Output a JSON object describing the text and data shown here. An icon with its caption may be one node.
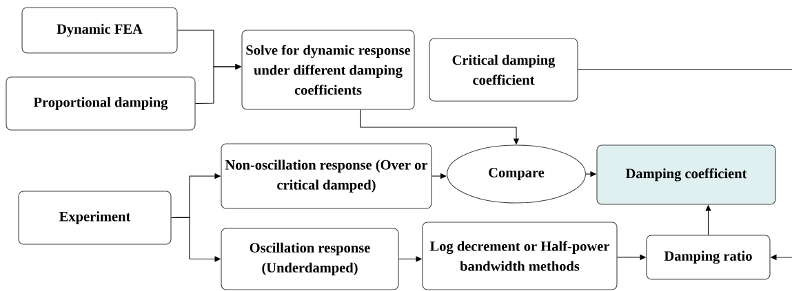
{
  "diagram": {
    "nodes": [
      {
        "text": [
          "Dynamic FEA"
        ]
      },
      {
        "text": [
          "Proportional damping"
        ]
      },
      {
        "text": [
          "Solve for dynamic response under different damping coefficients"
        ]
      },
      {
        "text": [
          "Critical damping coefficient"
        ]
      },
      {
        "text": [
          "Experiment"
        ]
      },
      {
        "text": [
          "Non-oscillation response (Over or critical damped)"
        ]
      },
      {
        "text": [
          "Oscillation response (Underdamped)"
        ]
      },
      {
        "text": [
          "Compare"
        ]
      },
      {
        "text": [
          "Damping coefficient"
        ]
      },
      {
        "text": [
          "Log decrement or Half-power bandwidth methods"
        ]
      },
      {
        "text": [
          "Damping ratio"
        ]
      }
    ],
    "edges": [
      {
        "from": 0,
        "to": 2,
        "arrow": "to"
      },
      {
        "from": 1,
        "to": 2,
        "arrow": "to"
      },
      {
        "from": 2,
        "to": 7,
        "arrow": "to"
      },
      {
        "from": 3,
        "to": null,
        "arrow": "none"
      },
      {
        "from": 4,
        "to": 5,
        "arrow": "to"
      },
      {
        "from": 4,
        "to": 6,
        "arrow": "to"
      },
      {
        "from": 5,
        "to": 7,
        "arrow": "to"
      },
      {
        "from": 7,
        "to": 8,
        "arrow": "to"
      },
      {
        "from": 6,
        "to": 9,
        "arrow": "to"
      },
      {
        "from": 9,
        "to": 10,
        "arrow": "to"
      },
      {
        "from": 10,
        "to": 8,
        "arrow": "to"
      },
      {
        "from": null,
        "to": 10,
        "arrow": "to"
      }
    ]
  }
}
